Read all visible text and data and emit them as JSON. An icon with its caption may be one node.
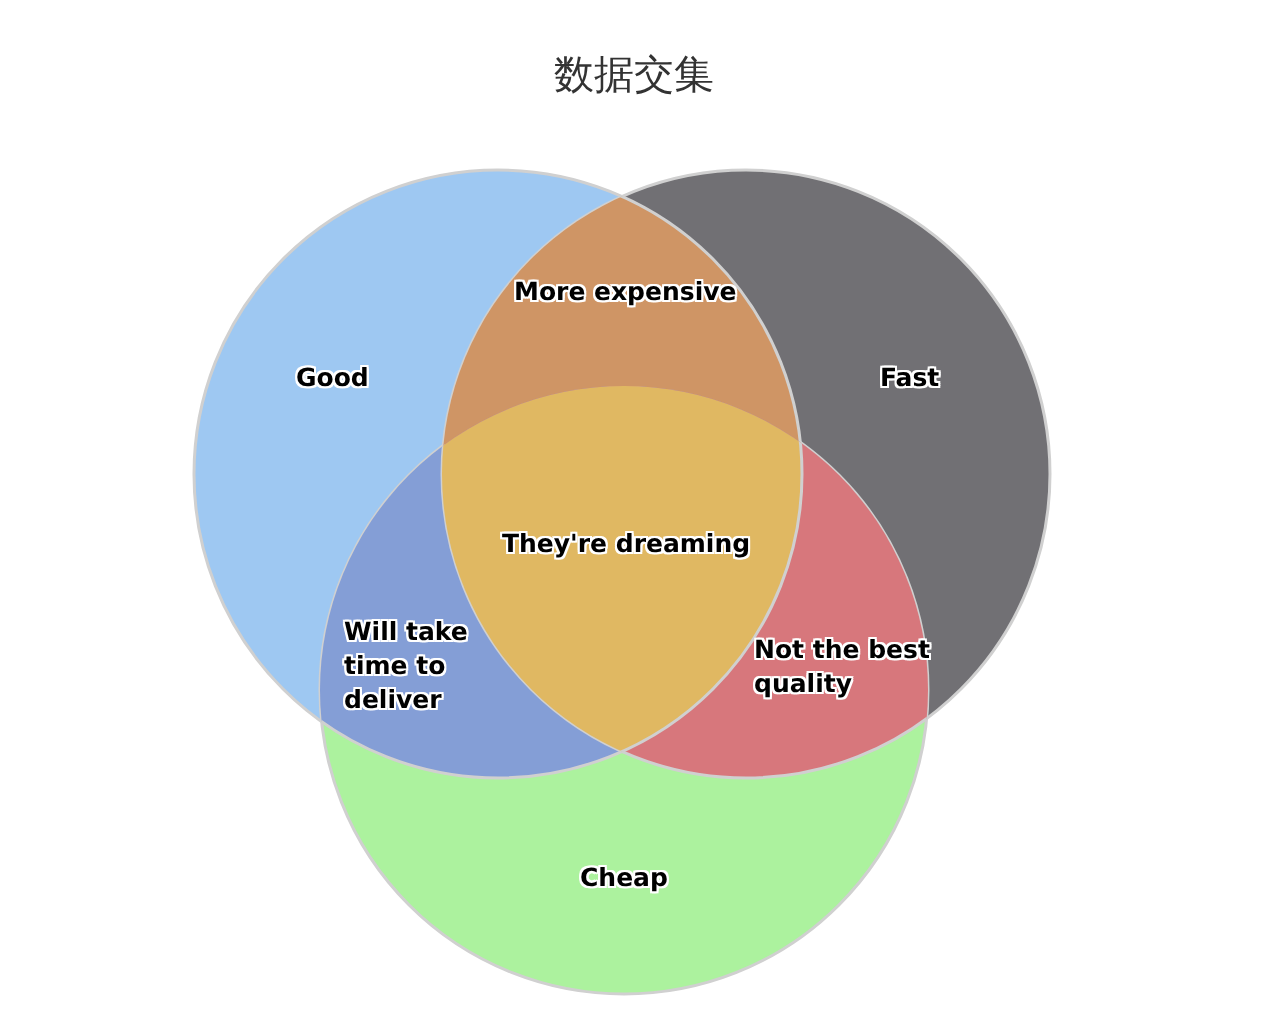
{
  "diagram": {
    "title": "数据交集",
    "nodes": [
      {
        "text": [
          "Good"
        ]
      },
      {
        "text": [
          "Fast"
        ]
      },
      {
        "text": [
          "Cheap"
        ]
      },
      {
        "text": [
          "More expensive"
        ]
      },
      {
        "text": [
          "Will take time to deliver"
        ]
      },
      {
        "text": [
          "Not the best quality"
        ]
      },
      {
        "text": [
          "They're dreaming"
        ]
      }
    ]
  }
}
